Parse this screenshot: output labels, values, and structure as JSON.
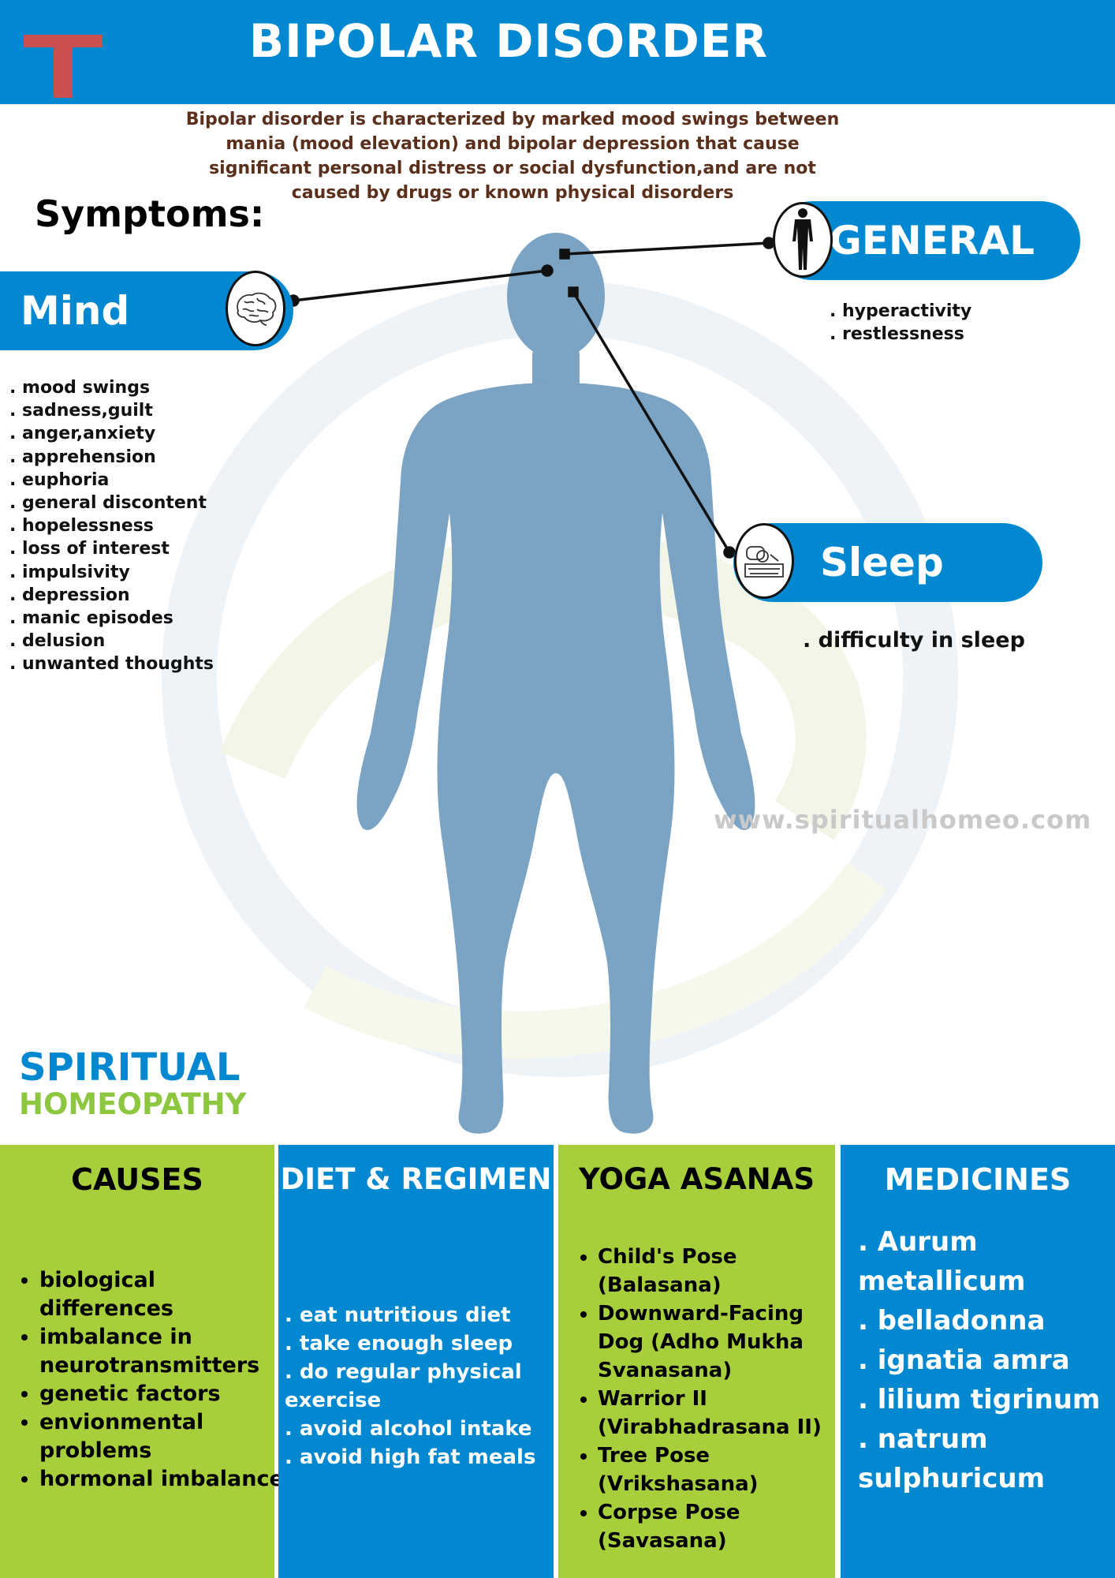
{
  "header": {
    "title": "BIPOLAR DISORDER",
    "bg_color": "#0288d1",
    "logo_color": "#c9504f"
  },
  "intro_text": "Bipolar disorder is characterized by marked mood swings between mania (mood elevation) and bipolar depression that cause significant personal distress or social dysfunction,and are not caused by drugs or known physical disorders",
  "symptoms_heading": "Symptoms:",
  "mind": {
    "label": "Mind",
    "icon": "brain-icon",
    "items": [
      ". mood swings",
      ". sadness,guilt",
      ". anger,anxiety",
      ". apprehension",
      ". euphoria",
      ". general discontent",
      ". hopelessness",
      ". loss of interest",
      ". impulsivity",
      ". depression",
      ". manic episodes",
      ". delusion",
      ". unwanted thoughts"
    ]
  },
  "general": {
    "label": "GENERAL",
    "icon": "human-figure-icon",
    "items": [
      ". hyperactivity",
      ". restlessness"
    ]
  },
  "sleep": {
    "label": "Sleep",
    "icon": "sleeping-person-icon",
    "items": [
      ". difficulty in sleep"
    ]
  },
  "website": "www.spiritualhomeo.com",
  "brand": {
    "line1": "SPIRITUAL",
    "line2": "HOMEOPATHY",
    "color1": "#0288d1",
    "color2": "#8dc63f"
  },
  "panels": {
    "causes": {
      "heading": "CAUSES",
      "items": [
        "biological differences",
        "imbalance in neurotransmitters",
        "genetic factors",
        "envionmental problems",
        "hormonal imbalance"
      ]
    },
    "diet": {
      "heading": "DIET & REGIMEN",
      "items": [
        ". eat nutritious diet",
        ". take enough sleep",
        ". do regular physical exercise",
        ". avoid alcohol intake",
        ". avoid high fat meals"
      ]
    },
    "yoga": {
      "heading": "YOGA ASANAS",
      "items": [
        "Child's Pose (Balasana)",
        "Downward-Facing Dog (Adho Mukha Svanasana)",
        "Warrior II (Virabhadrasana II)",
        "Tree Pose (Vrikshasana)",
        "Corpse Pose (Savasana)"
      ]
    },
    "medicines": {
      "heading": "MEDICINES",
      "items": [
        ". Aurum metallicum",
        ". belladonna",
        ". ignatia amra",
        ". lilium tigrinum",
        ". natrum sulphuricum"
      ]
    }
  },
  "colors": {
    "primary_blue": "#0288d1",
    "lime_green": "#a6cf3b",
    "body_silhouette": "#7aa3c4"
  }
}
